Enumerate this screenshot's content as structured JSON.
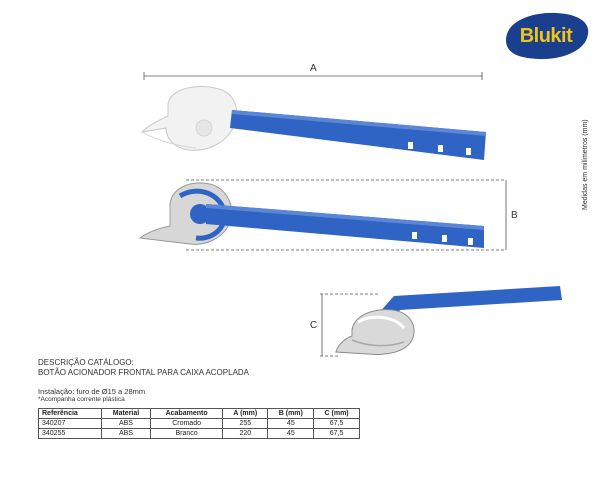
{
  "brand": {
    "logo_text": "Blukit",
    "logo_bg": "#1a3f8c",
    "logo_text_color": "#f2c418"
  },
  "dimensions": {
    "a_label": "A",
    "b_label": "B",
    "c_label": "C"
  },
  "side_note": "Medidas em milímetros (mm)",
  "description": {
    "title": "DESCRIÇÃO CATÁLOGO:",
    "line": "BOTÃO ACIONADOR FRONTAL PARA CAIXA ACOPLADA",
    "installation": "Instalação: furo de Ø15 a 28mm",
    "note": "*Acompanha corrente plástica"
  },
  "table": {
    "headers": [
      "Referência",
      "Material",
      "Acabamento",
      "A (mm)",
      "B (mm)",
      "C (mm)"
    ],
    "rows": [
      [
        "340207",
        "ABS",
        "Cromado",
        "255",
        "45",
        "67,5"
      ],
      [
        "340255",
        "ABS",
        "Branco",
        "220",
        "45",
        "67,5"
      ]
    ]
  },
  "colors": {
    "arm_blue": "#2f63c4",
    "arm_dark": "#1d4496",
    "chrome": "#cfcfcf",
    "white_part": "#f2f2f2"
  }
}
